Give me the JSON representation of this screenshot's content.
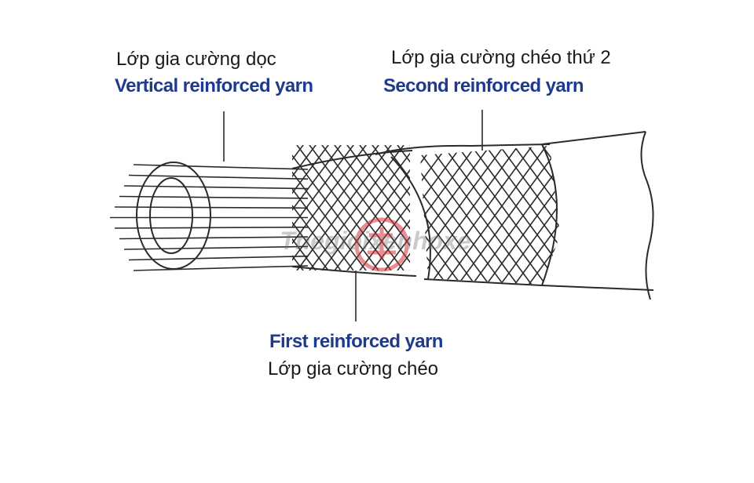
{
  "labels": {
    "vertical": {
      "vi": "Lớp gia cường dọc",
      "en": "Vertical reinforced yarn"
    },
    "second": {
      "vi": "Lớp gia cường chéo thứ 2",
      "en": "Second reinforced yarn"
    },
    "first": {
      "en": "First reinforced yarn",
      "vi": "Lớp gia cường chéo"
    }
  },
  "watermark": {
    "text": "Thegioixenhoxe"
  },
  "colors": {
    "label_blue": "#1f3a8c",
    "line": "#2a2a2a",
    "watermark_red": "#d8323a",
    "background": "#ffffff"
  }
}
